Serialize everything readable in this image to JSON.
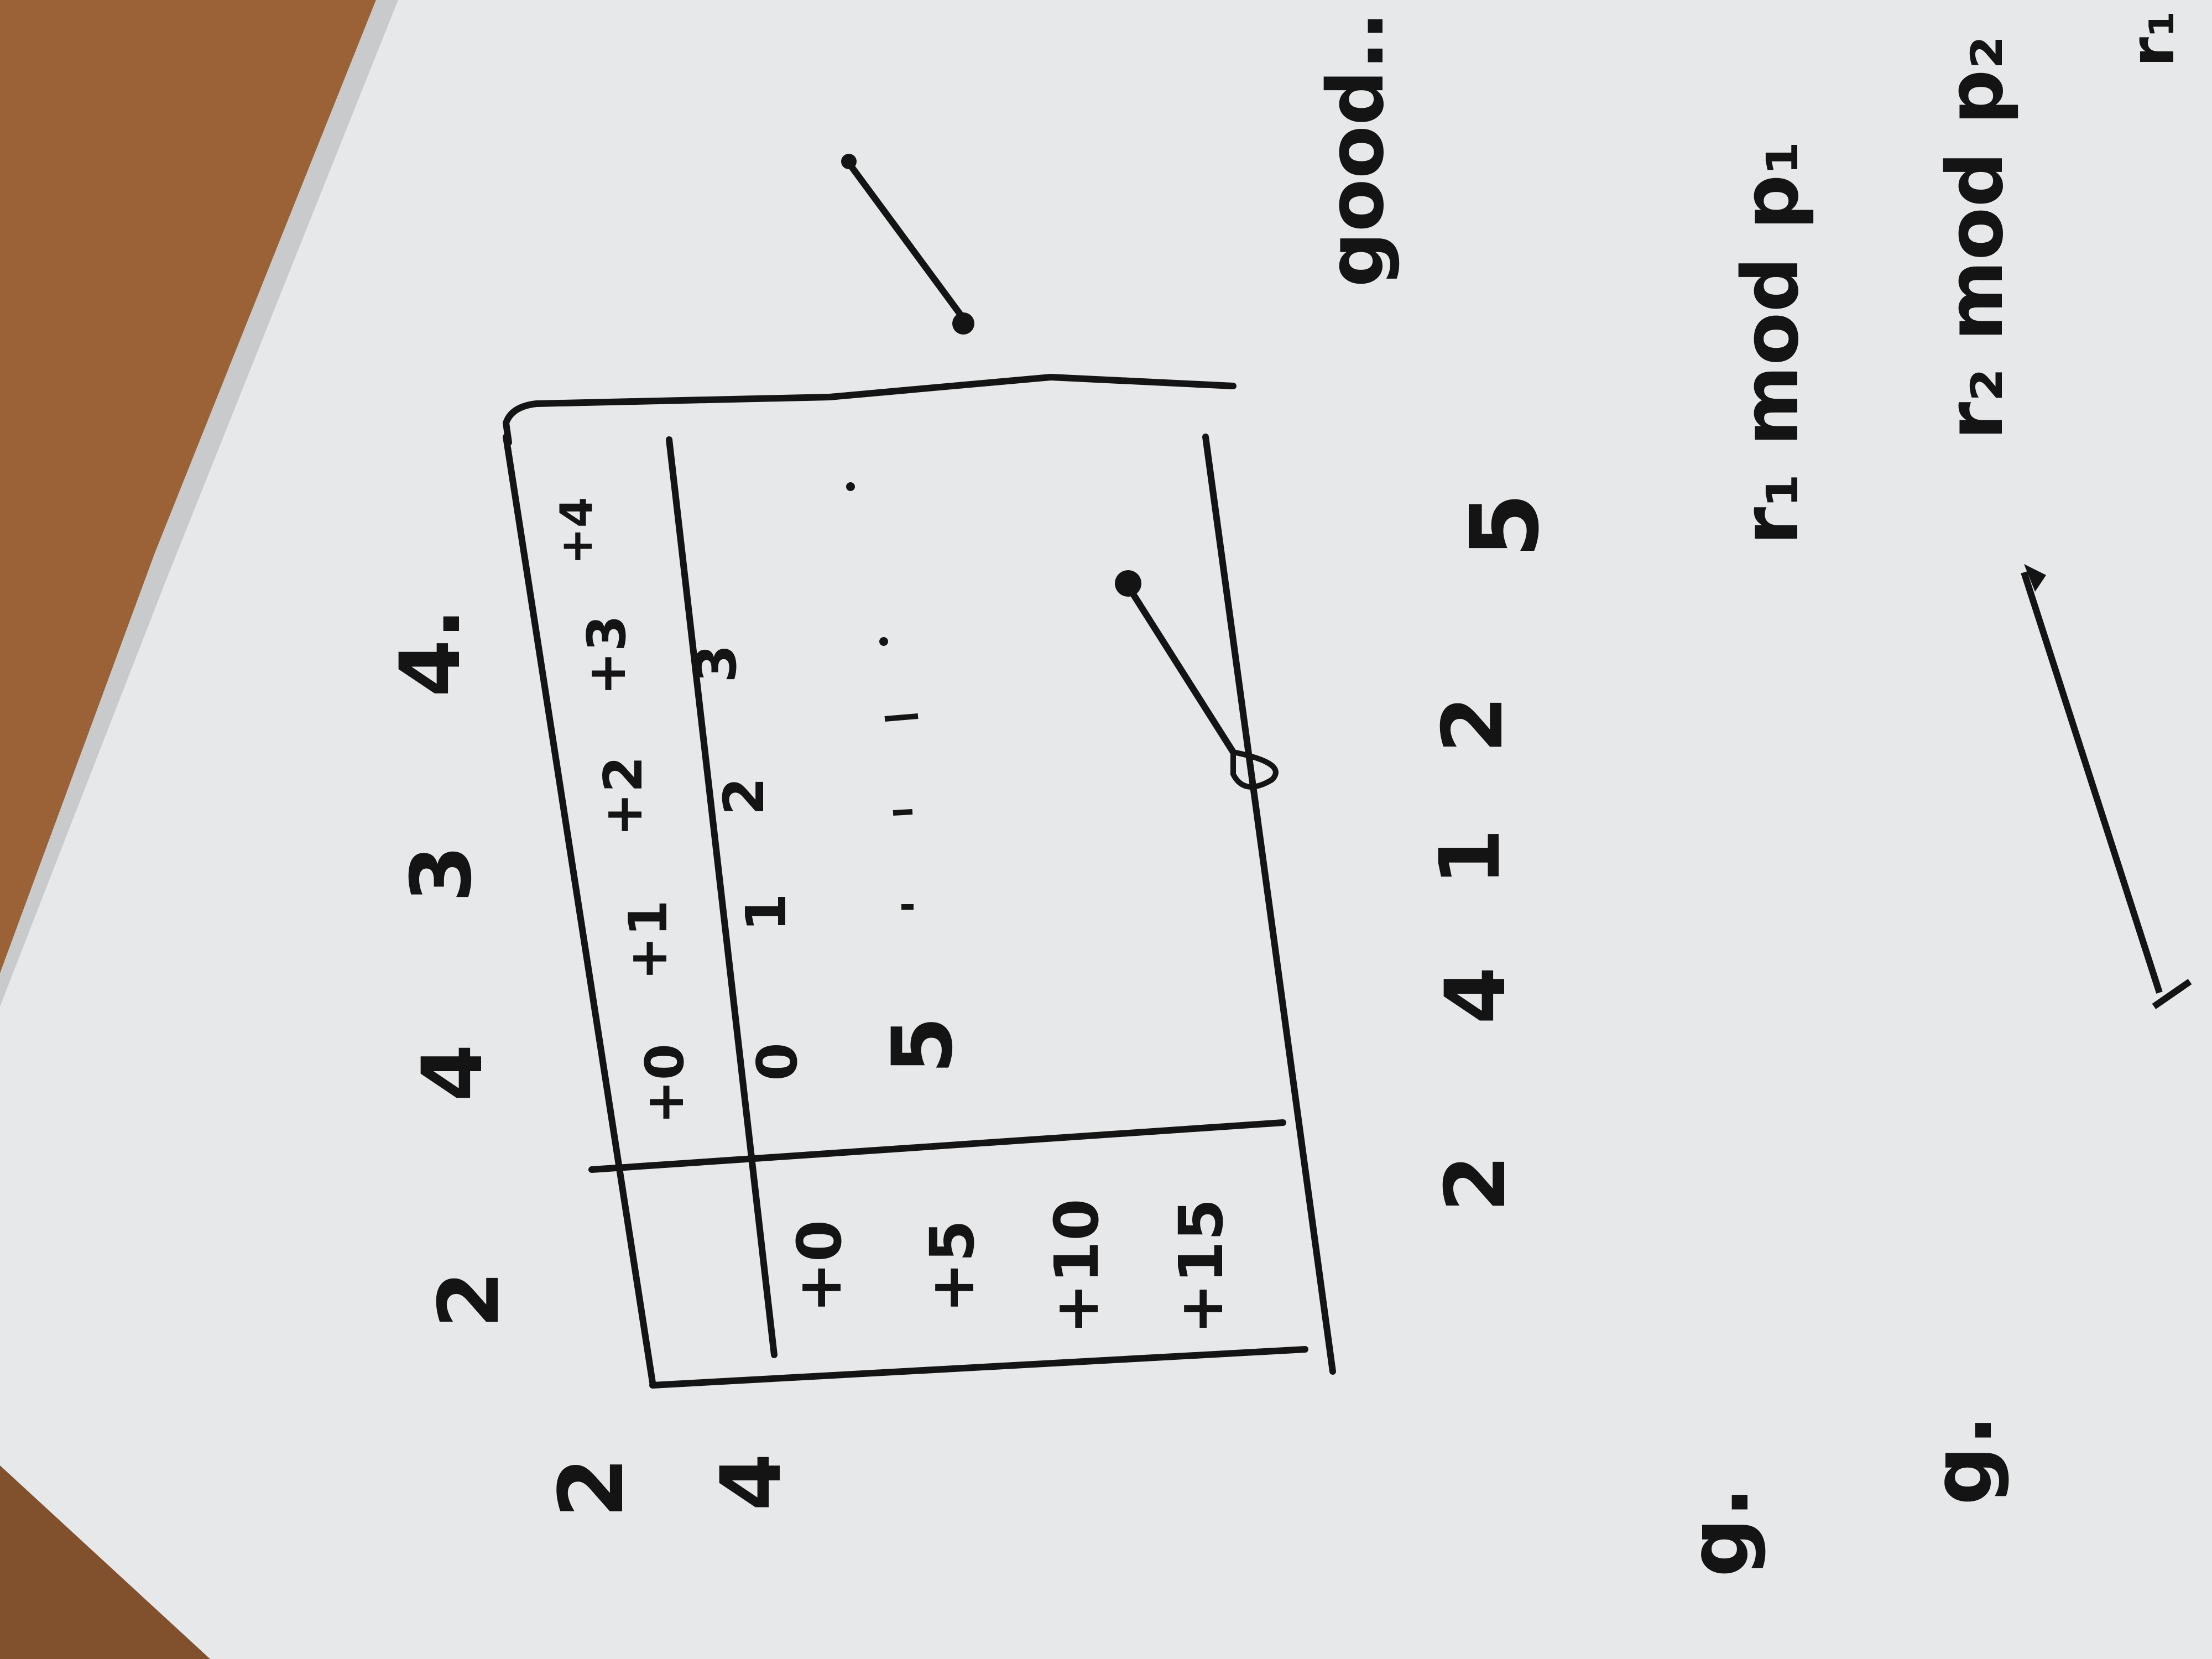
{
  "scene": {
    "background": "handwritten sketch on white paper lying on a wooden desk",
    "colors": {
      "desk": "#a0673a",
      "paper": "#e6e7e9",
      "ink": "#141414"
    }
  },
  "top_sequence": [
    "2",
    "4",
    "3",
    "4."
  ],
  "row_labels": [
    "2",
    "4"
  ],
  "table": {
    "header_row": [
      "+0",
      "+1",
      "+2",
      "+3",
      "+4"
    ],
    "first_row": [
      "0",
      "1",
      "2",
      "3"
    ],
    "second_row": [
      "5"
    ],
    "left_column": [
      "+0",
      "+5",
      "+10",
      "+15"
    ]
  },
  "bottom_sequence": [
    "2",
    "4",
    "1",
    "2",
    "5"
  ],
  "notes": {
    "good": "good..",
    "r1_mod_p1": "r₁  mod p₁",
    "r2_mod_p2": "r₂  mod p₂",
    "g1": "g.",
    "g2": "g.",
    "corner_r1": "r₁"
  }
}
